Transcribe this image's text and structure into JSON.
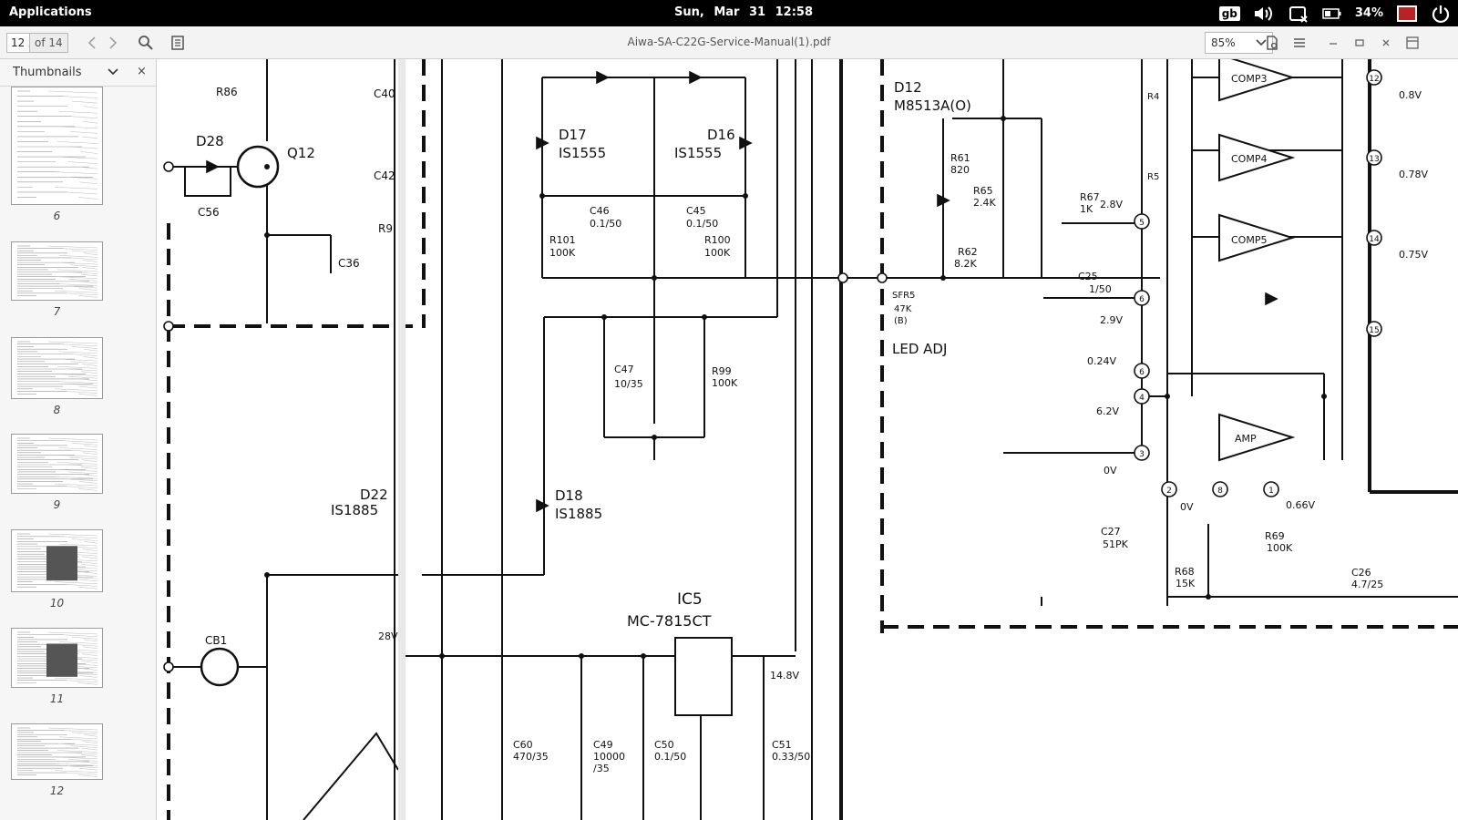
{
  "topbar": {
    "applications": "Applications",
    "date": "Sun, Mar 31",
    "time": "12:58",
    "keyboard_layout": "gb",
    "battery": "34%"
  },
  "toolbar": {
    "current_page": "12",
    "page_total": "of 14",
    "document_title": "Aiwa-SA-C22G-Service-Manual(1).pdf",
    "zoom": "85%"
  },
  "sidebar": {
    "title": "Thumbnails",
    "close_glyph": "×",
    "thumbnails": [
      {
        "label": "6"
      },
      {
        "label": "7"
      },
      {
        "label": "8"
      },
      {
        "label": "9"
      },
      {
        "label": "10"
      },
      {
        "label": "11"
      },
      {
        "label": "12"
      }
    ]
  },
  "schematic": {
    "labels": [
      "R86",
      "C40",
      "D28",
      "Q12",
      "C42",
      "C56",
      "R9",
      "C36",
      "D22",
      "IS1885",
      "CB1",
      "28V",
      "D17",
      "IS1555",
      "D16",
      "IS1555",
      "C46",
      "0.1/50",
      "C45",
      "0.1/50",
      "R101",
      "100K",
      "R100",
      "100K",
      "C47",
      "10/35",
      "R99",
      "100K",
      "D18",
      "IS1885",
      "IC5",
      "MC-7815CT",
      "14.8V",
      "C60",
      "470/35",
      "C49",
      "10000",
      "/35",
      "C50",
      "0.1/50",
      "C51",
      "0.33/50",
      "D12",
      "M8513A(O)",
      "R61",
      "820",
      "R65",
      "2.4K",
      "R62",
      "8.2K",
      "SFR5",
      "47K",
      "(B)",
      "LED ADJ",
      "R67",
      "1K",
      "2.8V",
      "C25",
      "1/50",
      "2.9V",
      "R4",
      "R5",
      "COMP3",
      "COMP4",
      "COMP5",
      "AMP",
      "0.8V",
      "0.78V",
      "0.75V",
      "0.24V",
      "6.2V",
      "0V",
      "0V",
      "0.66V",
      "C27",
      "51PK",
      "R69",
      "100K",
      "R68",
      "15K",
      "C26",
      "4.7/25"
    ],
    "pins": [
      "12",
      "13",
      "14",
      "15",
      "5",
      "6",
      "6",
      "4",
      "3",
      "2",
      "8",
      "1"
    ]
  }
}
